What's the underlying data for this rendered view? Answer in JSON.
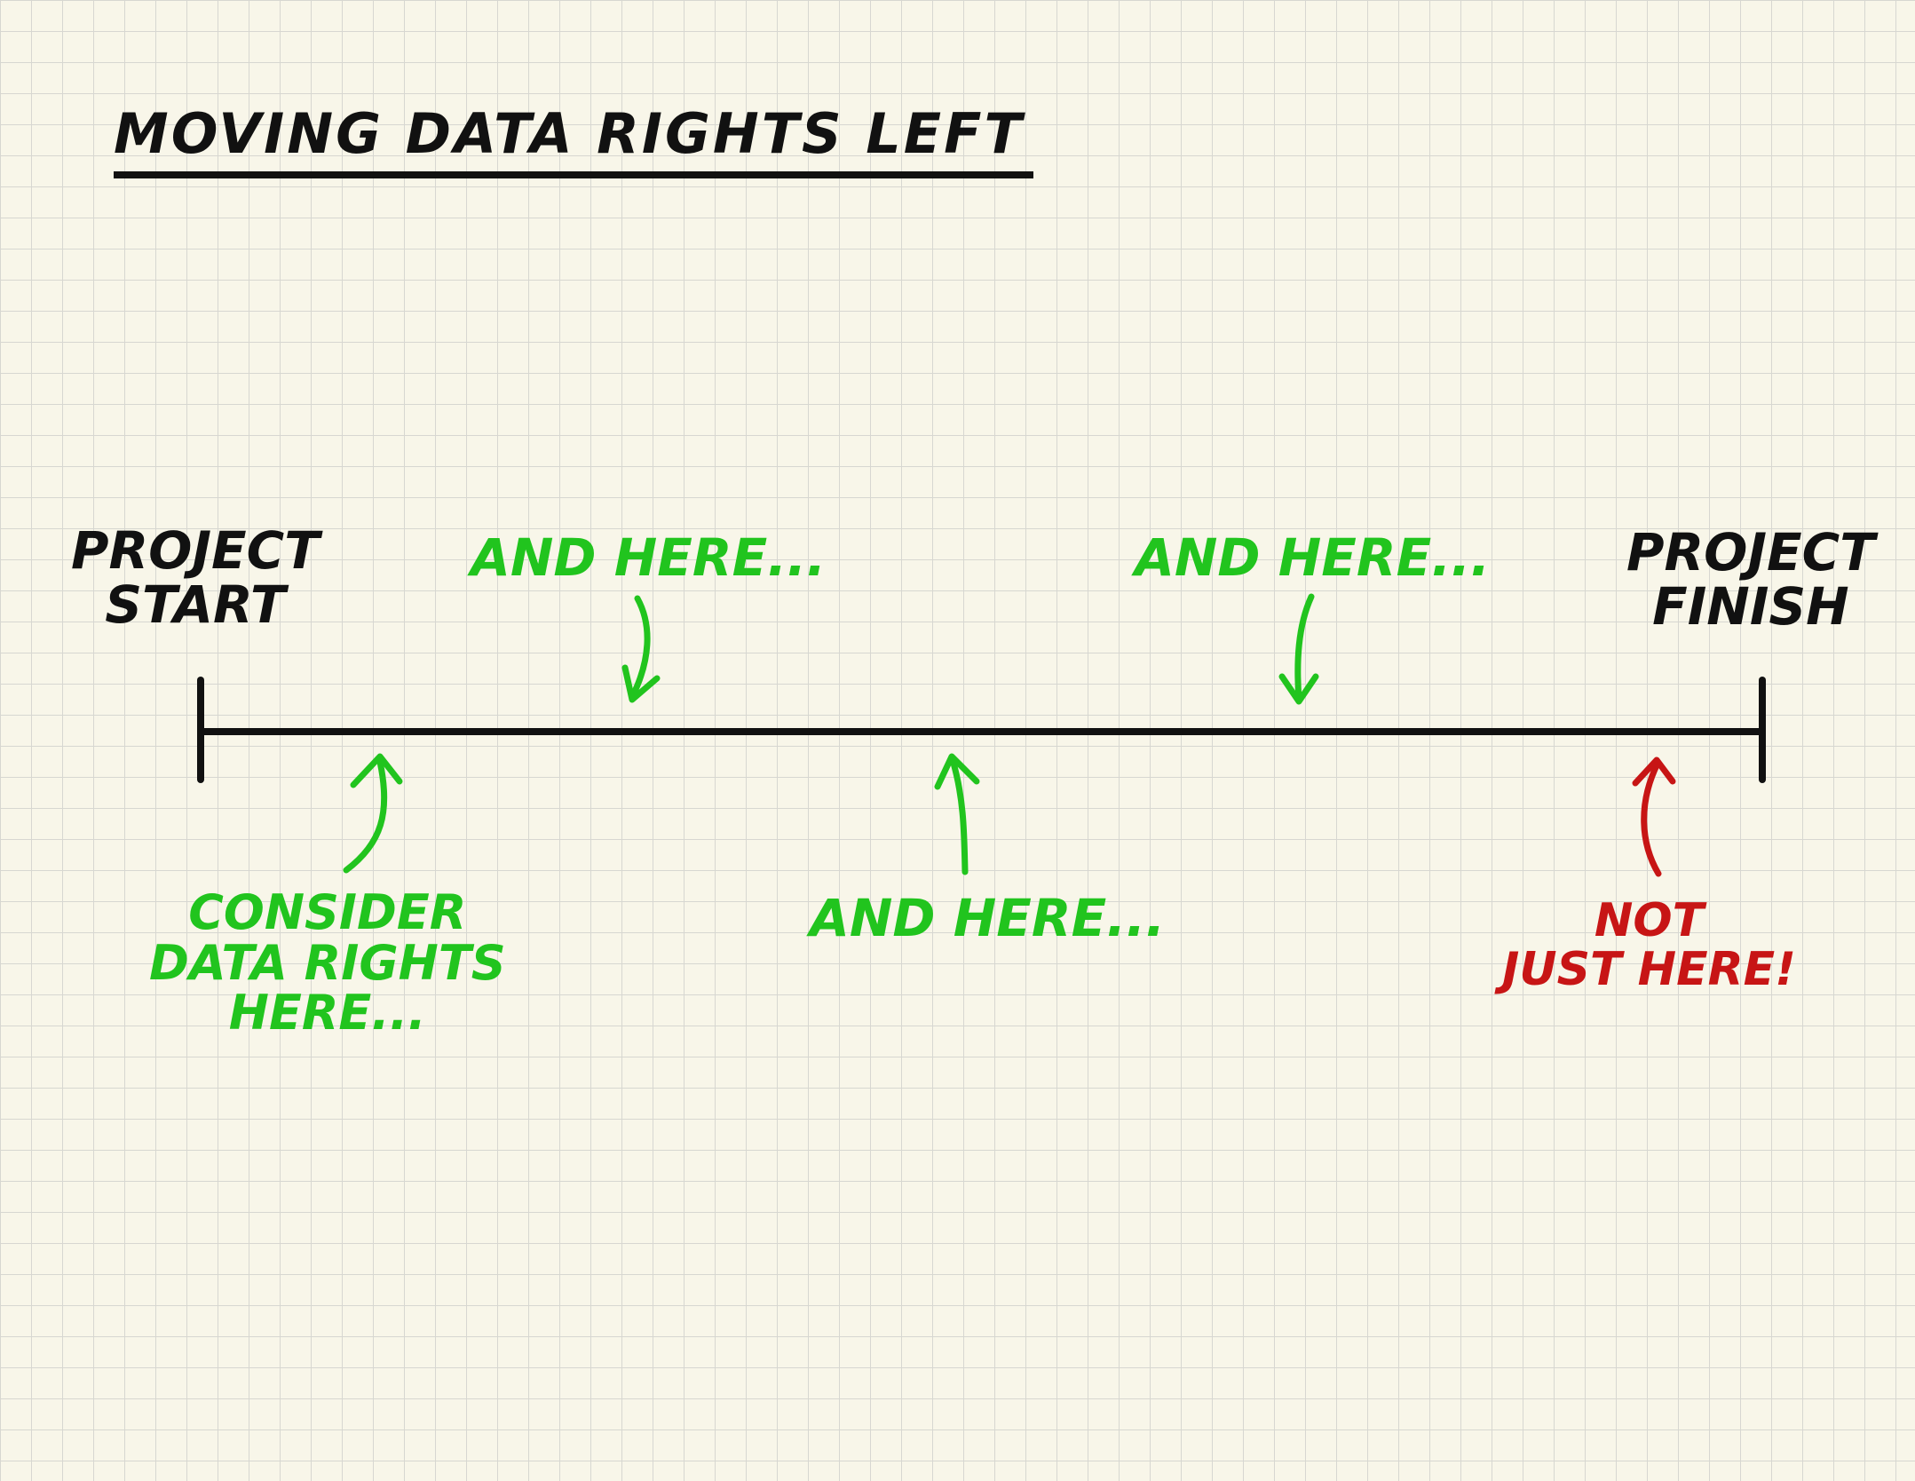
{
  "title": "MOVING DATA RIGHTS LEFT",
  "timeline": {
    "start_label": [
      "PROJECT",
      "START"
    ],
    "finish_label": [
      "PROJECT",
      "FINISH"
    ]
  },
  "annotations": {
    "consider": [
      "CONSIDER",
      "DATA RIGHTS",
      "HERE..."
    ],
    "and_here_1": "AND HERE...",
    "and_here_2": "AND HERE...",
    "and_here_3": "AND HERE...",
    "not_just_here": [
      "NOT",
      "JUST HERE!"
    ]
  },
  "colors": {
    "paper": "#f8f6e9",
    "grid": "#d7d7d1",
    "ink": "#111111",
    "positive": "#21c41e",
    "negative": "#c71515"
  }
}
